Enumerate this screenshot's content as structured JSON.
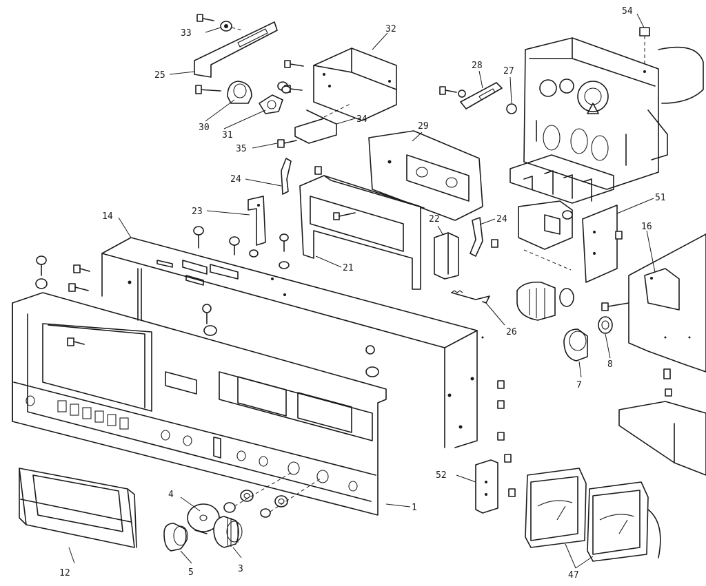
{
  "diagram": {
    "part_labels": [
      {
        "id": "1",
        "text": "1"
      },
      {
        "id": "3",
        "text": "3"
      },
      {
        "id": "4",
        "text": "4"
      },
      {
        "id": "5",
        "text": "5"
      },
      {
        "id": "7",
        "text": "7"
      },
      {
        "id": "8",
        "text": "8"
      },
      {
        "id": "12",
        "text": "12"
      },
      {
        "id": "14",
        "text": "14"
      },
      {
        "id": "16",
        "text": "16"
      },
      {
        "id": "21",
        "text": "21"
      },
      {
        "id": "22",
        "text": "22"
      },
      {
        "id": "23",
        "text": "23"
      },
      {
        "id": "24a",
        "text": "24"
      },
      {
        "id": "24b",
        "text": "24"
      },
      {
        "id": "25",
        "text": "25"
      },
      {
        "id": "26",
        "text": "26"
      },
      {
        "id": "27",
        "text": "27"
      },
      {
        "id": "28",
        "text": "28"
      },
      {
        "id": "29",
        "text": "29"
      },
      {
        "id": "30",
        "text": "30"
      },
      {
        "id": "31",
        "text": "31"
      },
      {
        "id": "32",
        "text": "32"
      },
      {
        "id": "33",
        "text": "33"
      },
      {
        "id": "34",
        "text": "34"
      },
      {
        "id": "35",
        "text": "35"
      },
      {
        "id": "47",
        "text": "47"
      },
      {
        "id": "51",
        "text": "51"
      },
      {
        "id": "52",
        "text": "52"
      },
      {
        "id": "54",
        "text": "54"
      }
    ]
  }
}
